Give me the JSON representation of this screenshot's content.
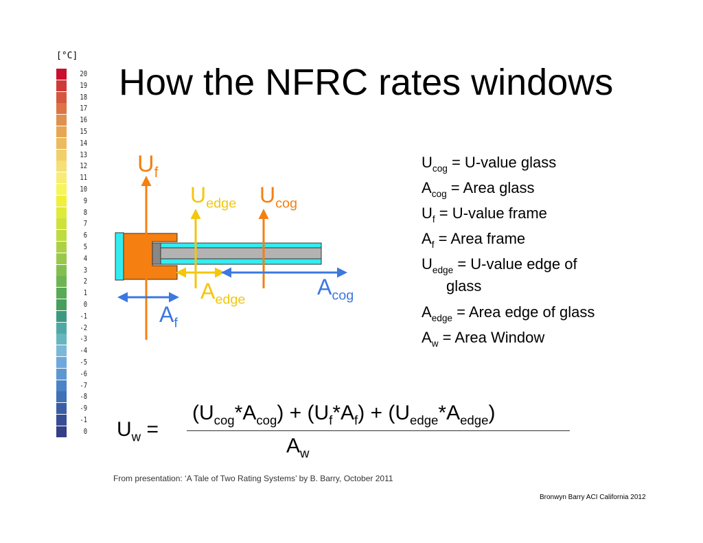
{
  "title": "How the NFRC rates windows",
  "scale": {
    "unit": "[°C]",
    "ticks": [
      "20",
      "19",
      "18",
      "17",
      "16",
      "15",
      "14",
      "13",
      "12",
      "11",
      "10",
      "9",
      "8",
      "7",
      "6",
      "5",
      "4",
      "3",
      "2",
      "1",
      "0",
      "-1",
      "-2",
      "-3",
      "-4",
      "-5",
      "-6",
      "-7",
      "-8",
      "-9",
      "-1",
      "0"
    ],
    "colors": [
      "#c8102e",
      "#cf3a38",
      "#d5573f",
      "#dc7445",
      "#e0904d",
      "#e7a656",
      "#ecbb5f",
      "#f1cf6a",
      "#f5df76",
      "#f8ec76",
      "#f7f55c",
      "#eef03a",
      "#dfea3a",
      "#cfe23b",
      "#bedb3f",
      "#acd244",
      "#98c94a",
      "#83bf4e",
      "#6db552",
      "#58aa56",
      "#46a05c",
      "#3d9a80",
      "#4ea9a5",
      "#66b6bf",
      "#7ab8d8",
      "#6fa8dc",
      "#5c97d2",
      "#4a84c6",
      "#3e71b6",
      "#3a5ea4",
      "#384e94",
      "#353f86"
    ]
  },
  "diagram": {
    "u_f": {
      "main": "U",
      "sub": "f"
    },
    "u_edge": {
      "main": "U",
      "sub": "edge"
    },
    "u_cog": {
      "main": "U",
      "sub": "cog"
    },
    "a_edge": {
      "main": "A",
      "sub": "edge"
    },
    "a_cog": {
      "main": "A",
      "sub": "cog"
    },
    "a_f": {
      "main": "A",
      "sub": "f"
    },
    "colors": {
      "orange": "#f57f10",
      "yellow": "#f4c60c",
      "blue": "#3b78e0",
      "cyan": "#33ecf0",
      "gray": "#b3b3b3"
    }
  },
  "legend": [
    {
      "sym": "U",
      "sub": "cog",
      "def": " = U-value glass"
    },
    {
      "sym": "A",
      "sub": "cog",
      "def": " = Area glass"
    },
    {
      "sym": "U",
      "sub": "f",
      "def": " = U-value frame"
    },
    {
      "sym": "A",
      "sub": "f",
      "def": " = Area frame"
    },
    {
      "sym": "U",
      "sub": "edge",
      "def": " = U-value edge of"
    },
    {
      "sym": "",
      "sub": "",
      "def": "glass"
    },
    {
      "sym": "A",
      "sub": "edge",
      "def": " = Area edge of glass"
    },
    {
      "sym": "A",
      "sub": "w",
      "def": " = Area Window"
    }
  ],
  "formula": {
    "lhs_main": "U",
    "lhs_sub": "w",
    "lhs_eq": " =",
    "numerator": {
      "p1": "(U",
      "s1": "cog",
      "p2": "*A",
      "s2": "cog",
      "p3": ") + (U",
      "s3": "f",
      "p4": "*A",
      "s4": "f",
      "p5": ") + (U",
      "s5": "edge",
      "p6": "*A",
      "s6": "edge",
      "p7": ")"
    },
    "denominator": {
      "main": "A",
      "sub": "w"
    }
  },
  "source": "From presentation: ‘A Tale of Two Rating Systems’ by B. Barry, October 2011",
  "credit": "Bronwyn Barry ACI California 2012"
}
